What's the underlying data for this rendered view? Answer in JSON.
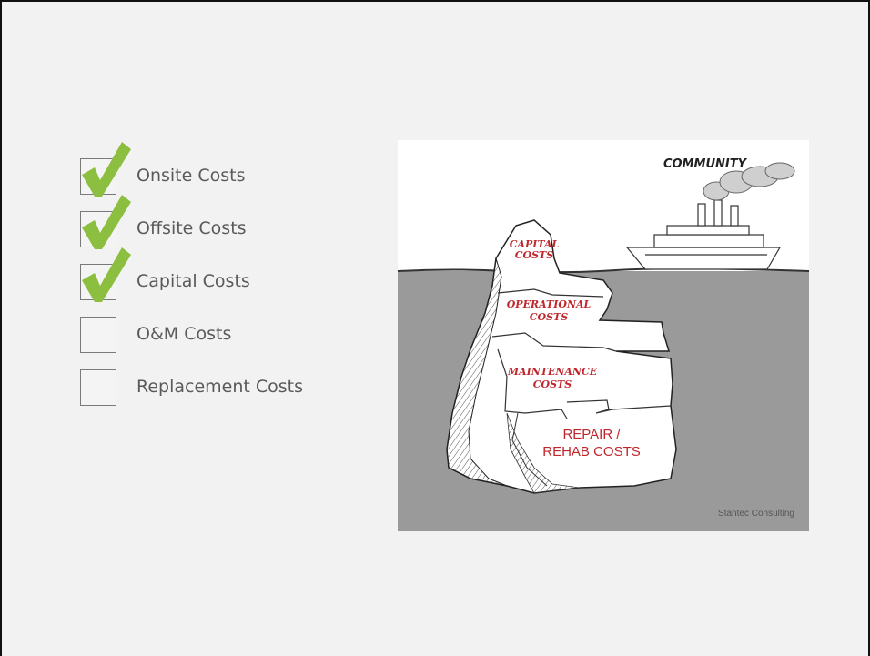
{
  "checklist": [
    {
      "label": "Onsite Costs",
      "checked": true
    },
    {
      "label": "Offsite Costs",
      "checked": true
    },
    {
      "label": "Capital Costs",
      "checked": true
    },
    {
      "label": "O&M Costs",
      "checked": false
    },
    {
      "label": "Replacement Costs",
      "checked": false
    }
  ],
  "diagram": {
    "ship_label": "COMMUNITY",
    "layer_labels": {
      "capital_line1": "CAPITAL",
      "capital_line2": "COSTS",
      "operational_line1": "OPERATIONAL",
      "operational_line2": "COSTS",
      "maintenance_line1": "MAINTENANCE",
      "maintenance_line2": "COSTS",
      "repair_line1": "REPAIR /",
      "repair_line2": "REHAB COSTS"
    },
    "credit": "Stantec Consulting"
  },
  "colors": {
    "check_green": "#8cbf3f",
    "label_red": "#c0272d",
    "water_gray": "#9a9a9a"
  }
}
